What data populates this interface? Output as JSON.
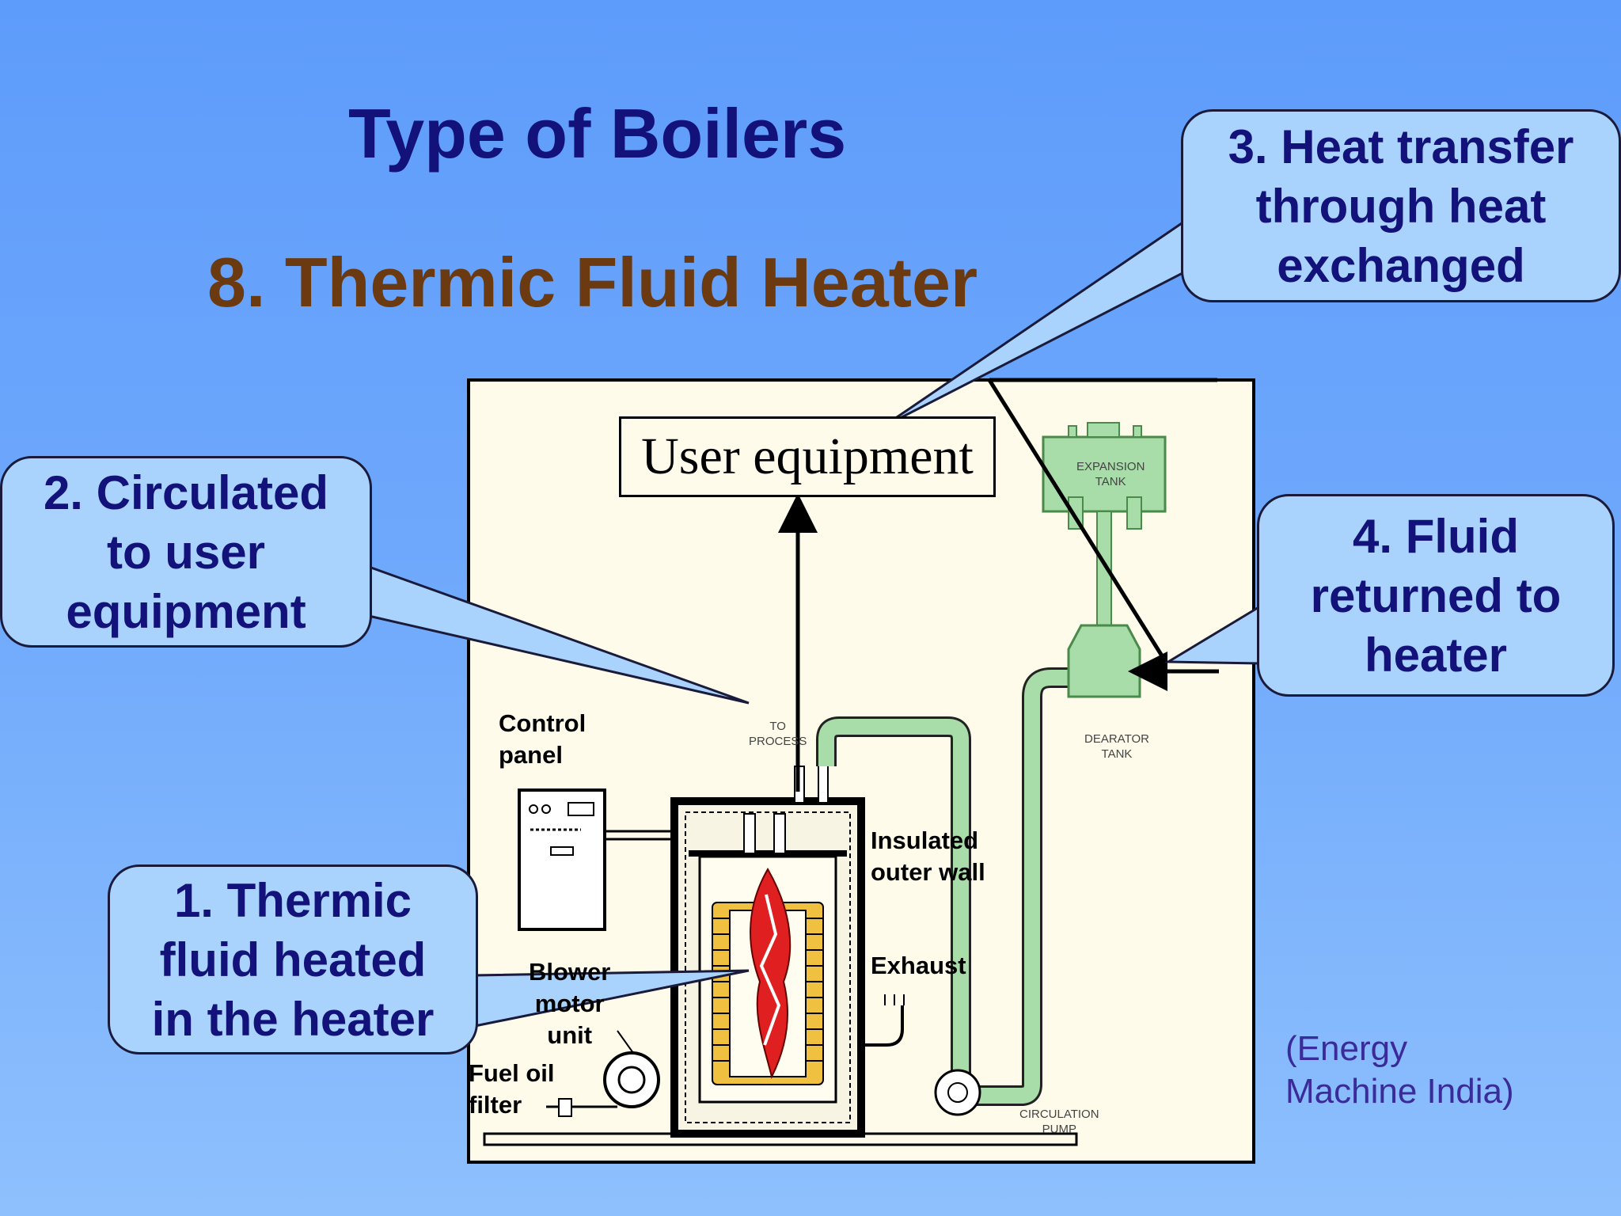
{
  "title": "Type of Boilers",
  "subtitle": "8. Thermic Fluid Heater",
  "diagram": {
    "user_equipment": "User equipment",
    "labels": {
      "control_panel": [
        "Control",
        "panel"
      ],
      "insulated_wall": [
        "Insulated",
        "outer wall"
      ],
      "exhaust": "Exhaust",
      "blower": [
        "Blower",
        "motor",
        "unit"
      ],
      "fuel_filter": [
        "Fuel oil",
        "filter"
      ]
    },
    "small_labels": {
      "to_process": [
        "TO",
        "PROCESS"
      ],
      "expansion_tank": [
        "EXPANSION",
        "TANK"
      ],
      "dearator_tank": [
        "DEARATOR",
        "TANK"
      ],
      "circulation_pump": [
        "CIRCULATION",
        "PUMP"
      ]
    }
  },
  "callouts": {
    "c1": [
      "1. Thermic",
      "fluid heated",
      "in the heater"
    ],
    "c2": [
      "2. Circulated",
      "to user",
      "equipment"
    ],
    "c3": [
      "3. Heat transfer",
      "through heat",
      "exchanged"
    ],
    "c4": [
      "4. Fluid",
      "returned to",
      "heater"
    ]
  },
  "source": [
    "(Energy",
    "Machine India)"
  ],
  "colors": {
    "background": "#6ea8fc",
    "title": "#12127a",
    "subtitle": "#6b3a10",
    "callout_fill": "#a9d2fc",
    "pipe": "#a8dca8",
    "flame": "#e02020",
    "coil": "#f0c040"
  }
}
